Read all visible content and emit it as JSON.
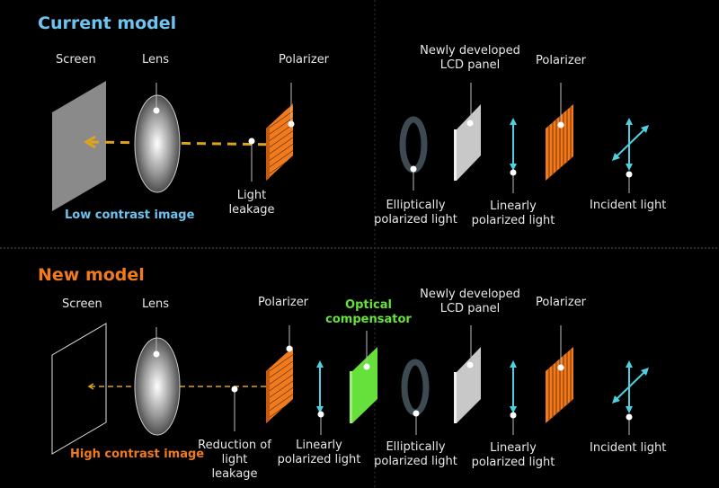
{
  "colors": {
    "background": "#000000",
    "current_title": "#6cc4f0",
    "new_title": "#f07a1e",
    "compensator": "#66e03a",
    "polarizer": "#f07a1e",
    "light_path": "#e0a21a",
    "polarization_arrow": "#4fd0e0",
    "label_text": "#e8e8e8",
    "ring": "#3d4a52"
  },
  "current_model": {
    "title": "Current model",
    "screen_label": "Screen",
    "lens_label": "Lens",
    "polarizer_label": "Polarizer",
    "light_leakage_label": [
      "Light",
      "leakage"
    ],
    "image_caption": "Low contrast image",
    "lcd_panel_label": [
      "Newly developed",
      "LCD panel"
    ],
    "right_polarizer_label": "Polarizer",
    "elliptical_label": [
      "Elliptically",
      "polarized light"
    ],
    "linear_label": [
      "Linearly",
      "polarized light"
    ],
    "incident_label": "Incident light"
  },
  "new_model": {
    "title": "New model",
    "screen_label": "Screen",
    "lens_label": "Lens",
    "polarizer_label": "Polarizer",
    "reduction_label": [
      "Reduction of",
      "light",
      "leakage"
    ],
    "linear_left_label": [
      "Linearly",
      "polarized light"
    ],
    "compensator_label": [
      "Optical",
      "compensator"
    ],
    "image_caption": "High contrast image",
    "lcd_panel_label": [
      "Newly developed",
      "LCD panel"
    ],
    "right_polarizer_label": "Polarizer",
    "elliptical_label": [
      "Elliptically",
      "polarized light"
    ],
    "linear_label": [
      "Linearly",
      "polarized light"
    ],
    "incident_label": "Incident light"
  }
}
